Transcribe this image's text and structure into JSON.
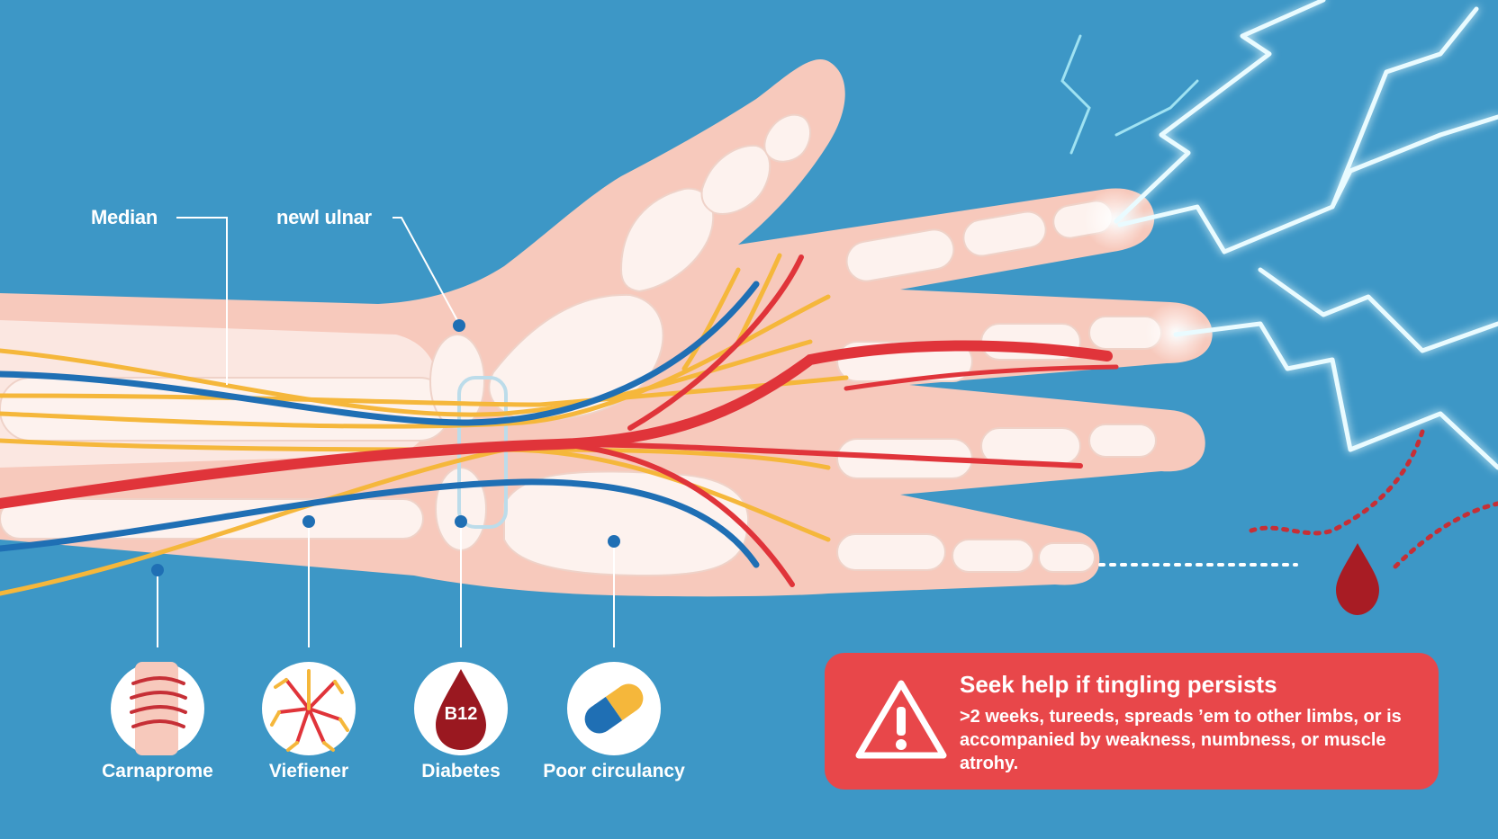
{
  "labels": {
    "median": "Median",
    "ulnar": "newl ulnar"
  },
  "causes": [
    {
      "label": "Carnaprome",
      "icon": "wrist-bands-icon"
    },
    {
      "label": "Viefiener",
      "icon": "nerve-burst-icon"
    },
    {
      "label": "Diabetes",
      "icon": "blood-drop-icon",
      "badge": "B12"
    },
    {
      "label": "Poor circulancy",
      "icon": "pill-capsule-icon"
    }
  ],
  "warning": {
    "title": "Seek help if tingling persists",
    "body": ">2 weeks, tureeds, spreads ’em to other limbs, or is accompanied by weakness, numbness, or muscle atrohy.",
    "icon": "warning-triangle-icon"
  },
  "colors": {
    "background": "#3d97c6",
    "skin": "#f7c9bc",
    "bone": "#fdf2ee",
    "artery": "#e0343a",
    "vein": "#1f6fb4",
    "nerve": "#f5b73b",
    "warning": "#e8474a",
    "lightning": "#e9fbff"
  }
}
